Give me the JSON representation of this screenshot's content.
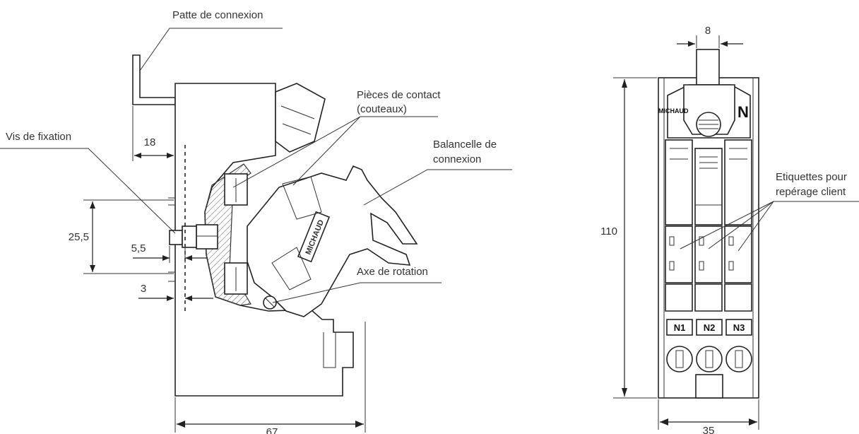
{
  "side_view": {
    "labels": {
      "patte": "Patte de connexion",
      "pieces_line1": "Pièces de contact",
      "pieces_line2": "(couteaux)",
      "vis": "Vis de fixation",
      "balancelle_line1": "Balancelle de",
      "balancelle_line2": "connexion",
      "axe": "Axe de rotation",
      "brand": "MICHAUD"
    },
    "dimensions": {
      "d18": "18",
      "d25_5": "25,5",
      "d5_5": "5,5",
      "d3": "3",
      "d67": "67"
    }
  },
  "front_view": {
    "labels": {
      "etiquettes_line1": "Etiquettes pour",
      "etiquettes_line2": "repérage client",
      "brand": "MICHAUD",
      "neutral": "N",
      "n1": "N1",
      "n2": "N2",
      "n3": "N3"
    },
    "dimensions": {
      "d8": "8",
      "d110": "110",
      "d35": "35"
    }
  }
}
